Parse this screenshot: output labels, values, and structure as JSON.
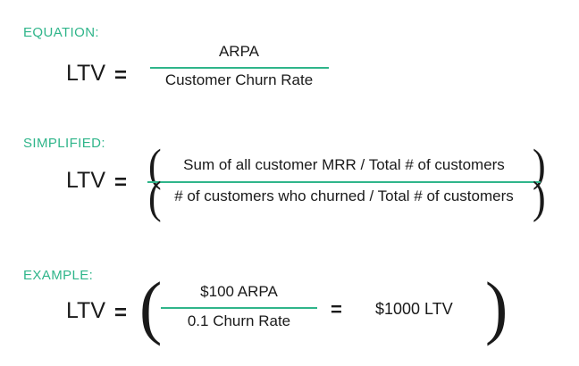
{
  "theme": {
    "accent": "#2fb58a",
    "text": "#1a1a1a",
    "background": "#ffffff"
  },
  "sections": [
    {
      "label": "EQUATION:",
      "lhs": "LTV",
      "equals": "=",
      "numerator": "ARPA",
      "denominator": "Customer Churn Rate"
    },
    {
      "label": "SIMPLIFIED:",
      "lhs": "LTV",
      "equals": "=",
      "numerator": "Sum of all customer MRR / Total # of customers",
      "denominator": "# of customers who churned / Total # of customers",
      "bracket_left": "(",
      "bracket_right": ")"
    },
    {
      "label": "EXAMPLE:",
      "lhs": "LTV",
      "equals": "=",
      "numerator": "$100 ARPA",
      "denominator": "0.1 Churn Rate",
      "equals2": "=",
      "result": "$1000 LTV",
      "bracket_left": "(",
      "bracket_right": ")"
    }
  ]
}
